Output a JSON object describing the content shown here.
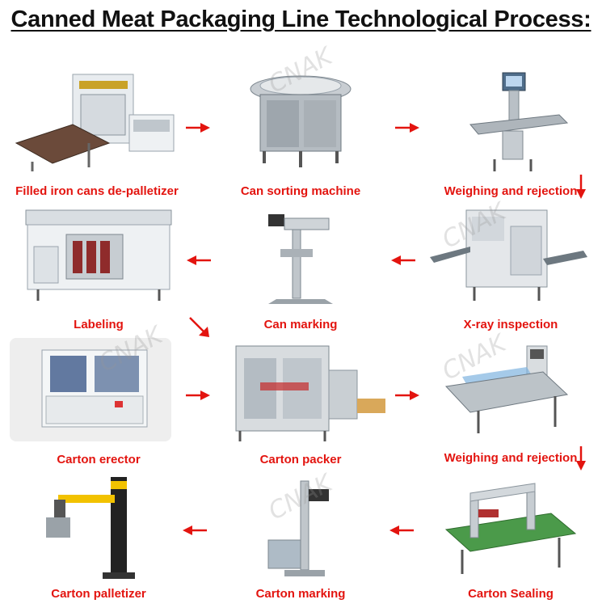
{
  "title": "Canned Meat Packaging Line Technological Process:",
  "watermark": "CNAK",
  "steps": [
    {
      "label": "Filled iron cans de-palletizer",
      "icon": "depalletizer-machine"
    },
    {
      "label": "Can sorting machine",
      "icon": "can-sorting-machine"
    },
    {
      "label": "Weighing and rejection",
      "icon": "checkweigher-machine"
    },
    {
      "label": "X-ray inspection",
      "icon": "xray-inspection-machine"
    },
    {
      "label": "Can marking",
      "icon": "laser-marking-machine"
    },
    {
      "label": "Labeling",
      "icon": "labeling-machine"
    },
    {
      "label": "Carton erector",
      "icon": "carton-erector-machine"
    },
    {
      "label": "Carton packer",
      "icon": "carton-packer-machine"
    },
    {
      "label": "Weighing and rejection",
      "icon": "carton-checkweigher-machine"
    },
    {
      "label": "Carton Sealing",
      "icon": "carton-sealer-machine"
    },
    {
      "label": "Carton marking",
      "icon": "carton-marking-machine"
    },
    {
      "label": "Carton palletizer",
      "icon": "palletizer-robot"
    }
  ],
  "colors": {
    "label": "#e3140f",
    "arrow": "#e3140f",
    "title": "#111111"
  }
}
